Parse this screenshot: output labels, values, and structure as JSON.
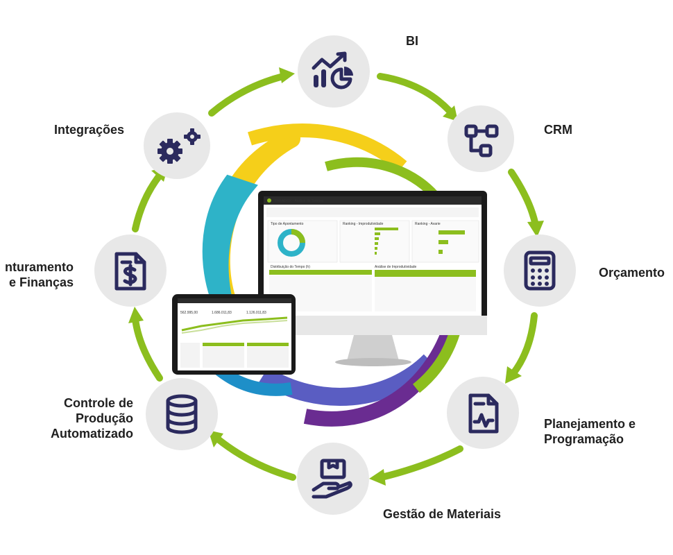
{
  "nodes": [
    {
      "id": "bi",
      "label": "BI",
      "icon": "chart-growth-icon"
    },
    {
      "id": "crm",
      "label": "CRM",
      "icon": "network-nodes-icon"
    },
    {
      "id": "orcamento",
      "label": "Orçamento",
      "icon": "calculator-icon"
    },
    {
      "id": "planejamento",
      "label_line1": "Planejamento e",
      "label_line2": "Programação",
      "icon": "document-signal-icon"
    },
    {
      "id": "materiais",
      "label": "Gestão de Materiais",
      "icon": "hand-box-icon"
    },
    {
      "id": "producao",
      "label_line1": "Controle de",
      "label_line2": "Produção",
      "label_line3": "Automatizado",
      "icon": "database-icon"
    },
    {
      "id": "financas",
      "label_line1": "nturamento",
      "label_line2": "e Finanças",
      "icon": "invoice-dollar-icon"
    },
    {
      "id": "integracoes",
      "label": "Integrações",
      "icon": "gears-icon"
    }
  ],
  "colors": {
    "arrow": "#8cbe1e",
    "icon": "#2b2a5e",
    "circle": "#e8e8e8",
    "swirl": [
      "#f5cf1a",
      "#2eb3c8",
      "#5a5dc2",
      "#6a2c91",
      "#8cbe1e",
      "#1e8fc8"
    ]
  },
  "monitor": {
    "app_title": "PARADOX - Análise de Tempos",
    "panel1_title": "Tipo de Apontamento",
    "panel2_title": "Ranking - Improdutividade",
    "panel3_title": "Ranking - Avarie",
    "table1_title": "Distribuição do Tempo (h)",
    "table2_title": "Análise de Improdutividade"
  },
  "tablet": {
    "kpi1": "562.995,00",
    "kpi2": "1.686.011,83",
    "kpi3": "1.126.011,83"
  }
}
